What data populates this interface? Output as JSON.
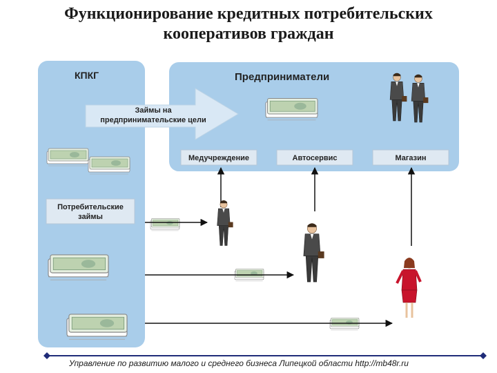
{
  "title": {
    "line1": "Функционирование кредитных потребительских",
    "line2": "кооперативов граждан"
  },
  "kpkg": {
    "label": "КПКГ"
  },
  "entrepreneurs": {
    "label": "Предприниматели"
  },
  "big_arrow": {
    "line1": "Займы на",
    "line2": "предпринимательские цели"
  },
  "consumer_loans": {
    "line1": "Потребительские",
    "line2": "займы"
  },
  "businesses": [
    {
      "label": "Медучреждение"
    },
    {
      "label": "Автосервис"
    },
    {
      "label": "Магазин"
    }
  ],
  "footer": {
    "text": "Управление по развитию малого и среднего бизнеса Липецкой области http://mb48r.ru"
  },
  "colors": {
    "panel": "#a9cdea",
    "label_box": "#dfe9f2",
    "big_arrow": "#d9e8f5",
    "text_dark": "#222222",
    "money_green": "#bdd2b0",
    "dress_red": "#c8142c",
    "footer_line": "#1f2b78"
  },
  "icons": [
    "money-stack-icon",
    "businessman-icon",
    "woman-icon",
    "arrow-icon"
  ]
}
